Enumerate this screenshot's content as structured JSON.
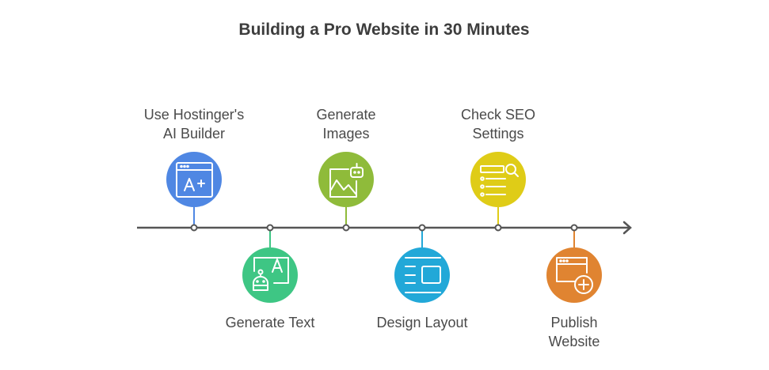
{
  "title": "Building a Pro Website in 30 Minutes",
  "steps": [
    {
      "label_lines": [
        "Use Hostinger's",
        "AI Builder"
      ],
      "color": "#4f87e3",
      "icon": "browser-aplus-icon",
      "position": "top"
    },
    {
      "label_lines": [
        "Generate Text"
      ],
      "color": "#3ec684",
      "icon": "robot-text-icon",
      "position": "bottom"
    },
    {
      "label_lines": [
        "Generate",
        "Images"
      ],
      "color": "#8fbb3a",
      "icon": "image-robot-icon",
      "position": "top"
    },
    {
      "label_lines": [
        "Design Layout"
      ],
      "color": "#22a8d8",
      "icon": "layout-icon",
      "position": "bottom"
    },
    {
      "label_lines": [
        "Check SEO",
        "Settings"
      ],
      "color": "#dfcc17",
      "icon": "seo-checklist-icon",
      "position": "top"
    },
    {
      "label_lines": [
        "Publish",
        "Website"
      ],
      "color": "#e08431",
      "icon": "browser-add-icon",
      "position": "bottom"
    }
  ],
  "timeline_color": "#555555"
}
